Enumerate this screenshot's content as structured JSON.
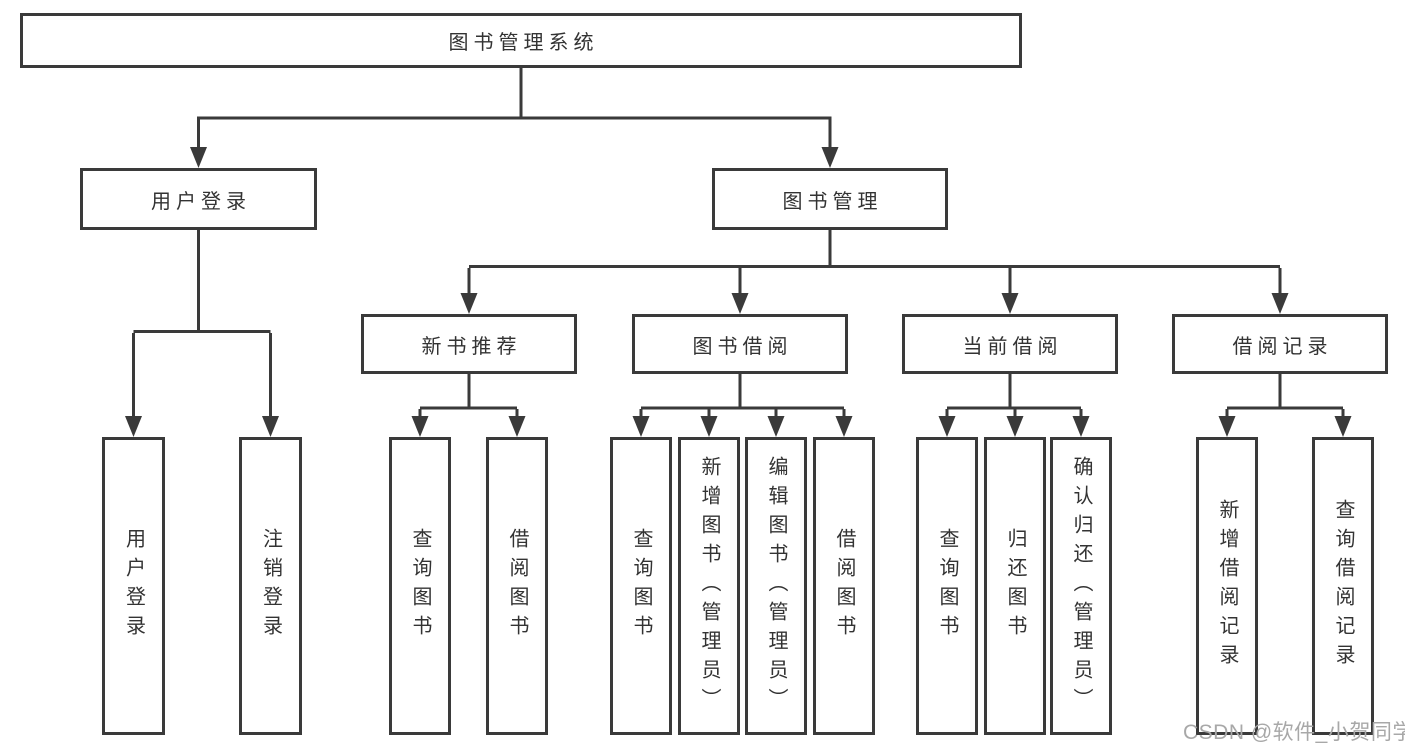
{
  "nodes": {
    "root": "图书管理系统",
    "user_login": {
      "label": "用户登录",
      "leaves": [
        "用户登录",
        "注销登录"
      ]
    },
    "book_mgmt": {
      "label": "图书管理",
      "groups": [
        {
          "label": "新书推荐",
          "leaves": [
            "查询图书",
            "借阅图书"
          ]
        },
        {
          "label": "图书借阅",
          "leaves": [
            "查询图书",
            "新增图书（管理员）",
            "编辑图书（管理员）",
            "借阅图书"
          ]
        },
        {
          "label": "当前借阅",
          "leaves": [
            "查询图书",
            "归还图书",
            "确认归还（管理员）"
          ]
        },
        {
          "label": "借阅记录",
          "leaves": [
            "新增借阅记录",
            "查询借阅记录"
          ]
        }
      ]
    }
  },
  "watermark": "CSDN @软件_小贺同学",
  "colors": {
    "line": "#3a3a3a",
    "text": "#333333",
    "watermark": "#a8a8a8",
    "background": "#ffffff"
  }
}
